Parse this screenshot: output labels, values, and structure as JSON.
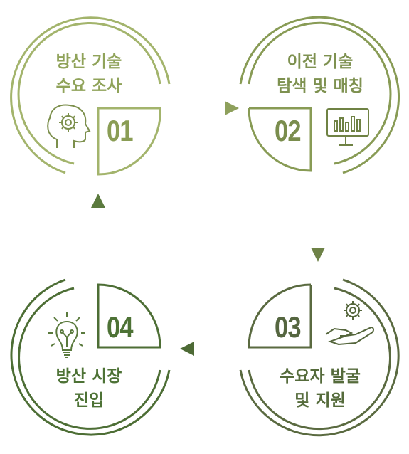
{
  "steps": [
    {
      "number": "01",
      "line1": "방산 기술",
      "line2": "수요 조사",
      "color": "#90a35a",
      "icon": "head-gear-icon"
    },
    {
      "number": "02",
      "line1": "이전 기술",
      "line2": "탐색 및 매칭",
      "color": "#7e9150",
      "icon": "monitor-chart-icon"
    },
    {
      "number": "03",
      "line1": "수요자 발굴",
      "line2": "및 지원",
      "color": "#556b3b",
      "icon": "hand-gear-icon"
    },
    {
      "number": "04",
      "line1": "방산 시장",
      "line2": "진입",
      "color": "#4d7235",
      "icon": "lightbulb-icon"
    }
  ],
  "colors": {
    "light": "#a0b06c",
    "mid": "#7e9150",
    "dark": "#4d6236"
  }
}
